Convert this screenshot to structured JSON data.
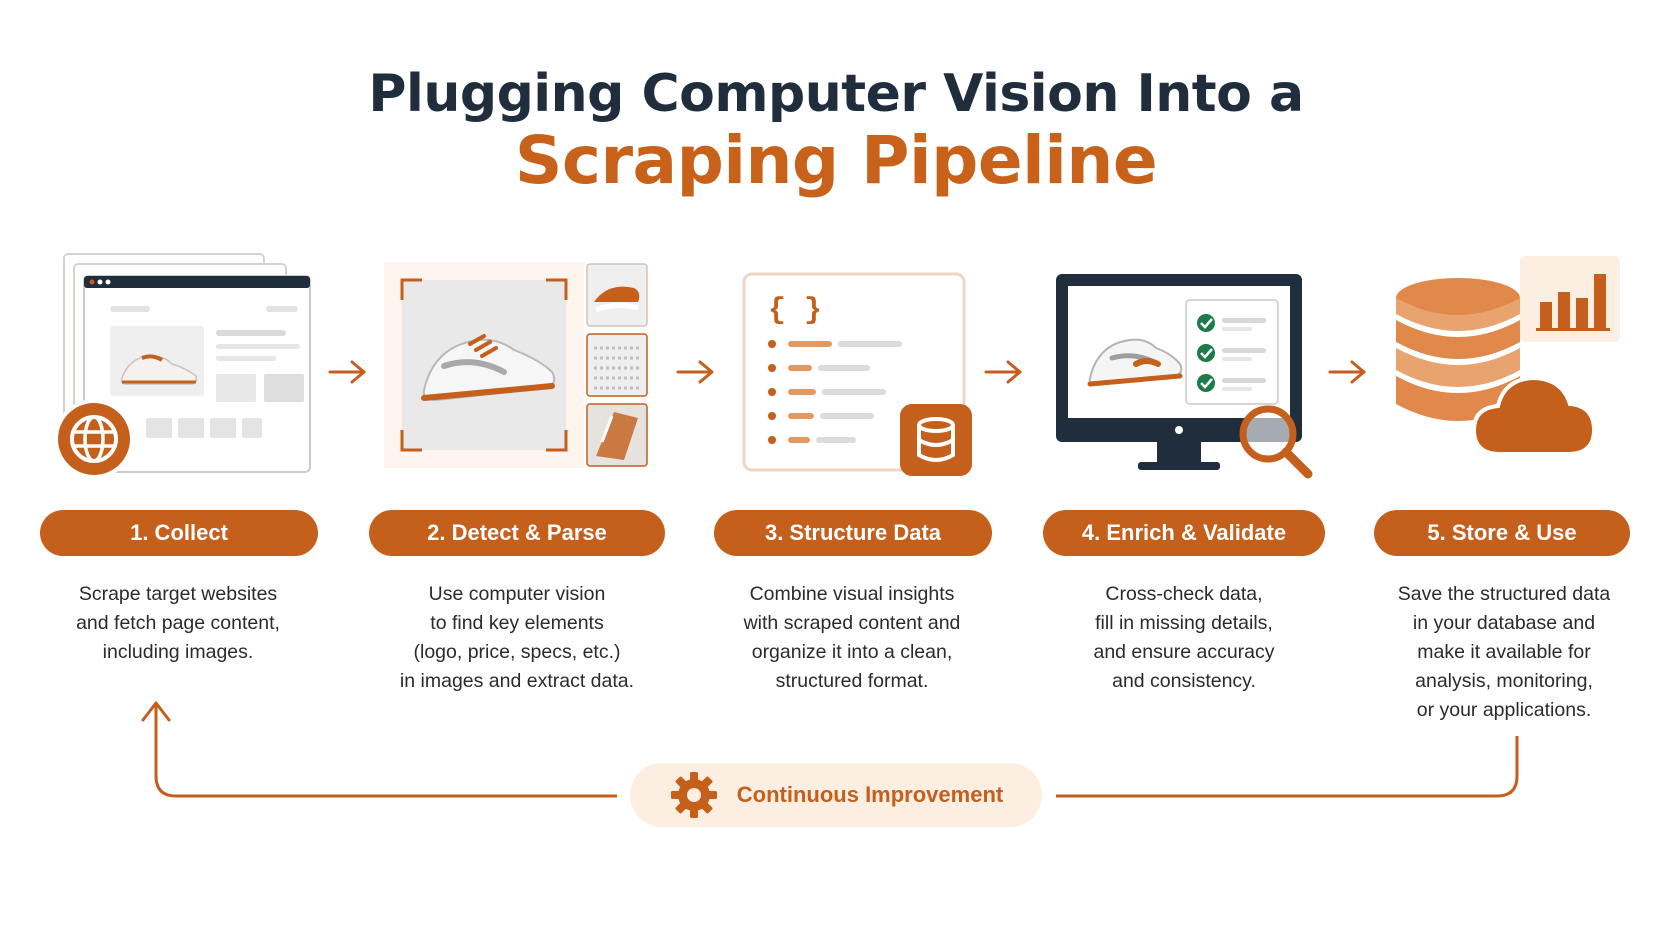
{
  "title": {
    "line1": "Plugging Computer Vision Into a",
    "line2": "Scraping Pipeline"
  },
  "steps": [
    {
      "label": "1. Collect",
      "description": [
        "Scrape target websites",
        "and fetch page content,",
        "including images."
      ],
      "icon": "browser-globe-icon"
    },
    {
      "label": "2. Detect & Parse",
      "description": [
        "Use computer vision",
        "to find key elements",
        "(logo, price, specs, etc.)",
        "in images and extract data."
      ],
      "icon": "detected-shoe-icon"
    },
    {
      "label": "3. Structure Data",
      "description": [
        "Combine visual insights",
        "with scraped content and",
        "organize it into a clean,",
        "structured format."
      ],
      "icon": "json-database-icon"
    },
    {
      "label": "4. Enrich & Validate",
      "description": [
        "Cross-check data,",
        "fill in missing details,",
        "and ensure accuracy",
        "and consistency."
      ],
      "icon": "monitor-checklist-icon"
    },
    {
      "label": "5. Store & Use",
      "description": [
        "Save the structured data",
        "in your database and",
        "make it available for",
        "analysis, monitoring,",
        "or your applications."
      ],
      "icon": "database-cloud-chart-icon"
    }
  ],
  "feedback": {
    "label": "Continuous Improvement",
    "icon": "gear-icon"
  },
  "colors": {
    "accent": "#c45f1c",
    "accent_light": "#fdeee2",
    "dark": "#1f2d3d",
    "check": "#1f7a4a"
  }
}
